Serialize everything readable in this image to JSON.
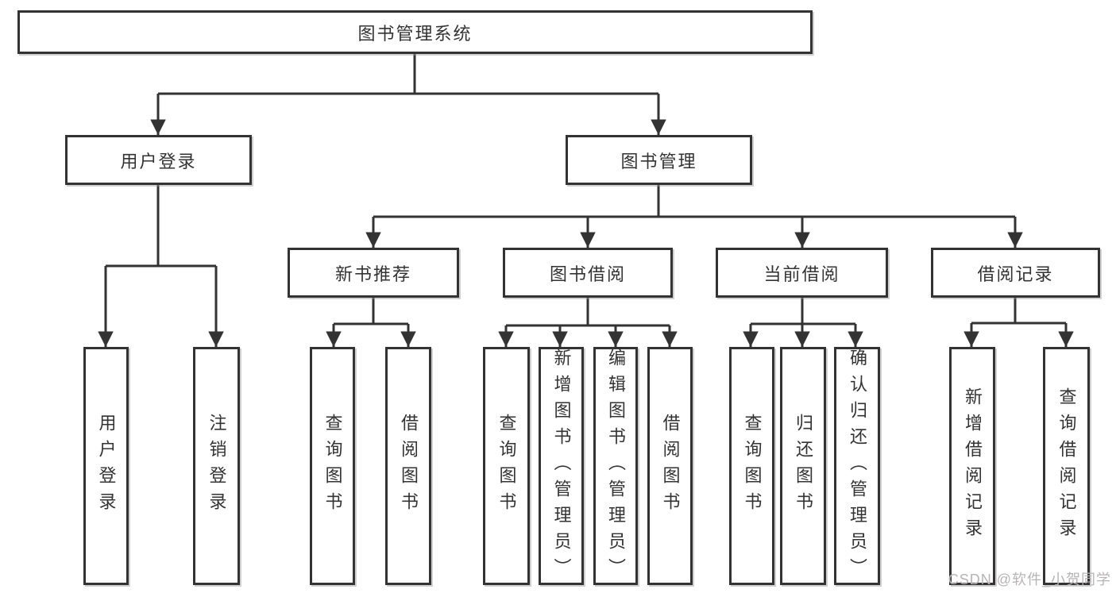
{
  "diagram_title": "图书管理系统",
  "tree": {
    "root": {
      "label": "图书管理系统",
      "children": [
        {
          "label": "用户登录",
          "children": [
            {
              "label": "用户登录"
            },
            {
              "label": "注销登录"
            }
          ]
        },
        {
          "label": "图书管理",
          "children": [
            {
              "label": "新书推荐",
              "children": [
                {
                  "label": "查询图书"
                },
                {
                  "label": "借阅图书"
                }
              ]
            },
            {
              "label": "图书借阅",
              "children": [
                {
                  "label": "查询图书"
                },
                {
                  "label": "新增图书（管理员）"
                },
                {
                  "label": "编辑图书（管理员）"
                },
                {
                  "label": "借阅图书"
                }
              ]
            },
            {
              "label": "当前借阅",
              "children": [
                {
                  "label": "查询图书"
                },
                {
                  "label": "归还图书"
                },
                {
                  "label": "确认归还（管理员）"
                }
              ]
            },
            {
              "label": "借阅记录",
              "children": [
                {
                  "label": "新增借阅记录"
                },
                {
                  "label": "查询借阅记录"
                }
              ]
            }
          ]
        }
      ]
    }
  },
  "watermark": {
    "text": "CSDN @软件_小贺同学"
  },
  "colors": {
    "line": "#333333",
    "box_border": "#333333",
    "text": "#333333",
    "watermark": "#b7b4b4",
    "background": "#ffffff"
  }
}
